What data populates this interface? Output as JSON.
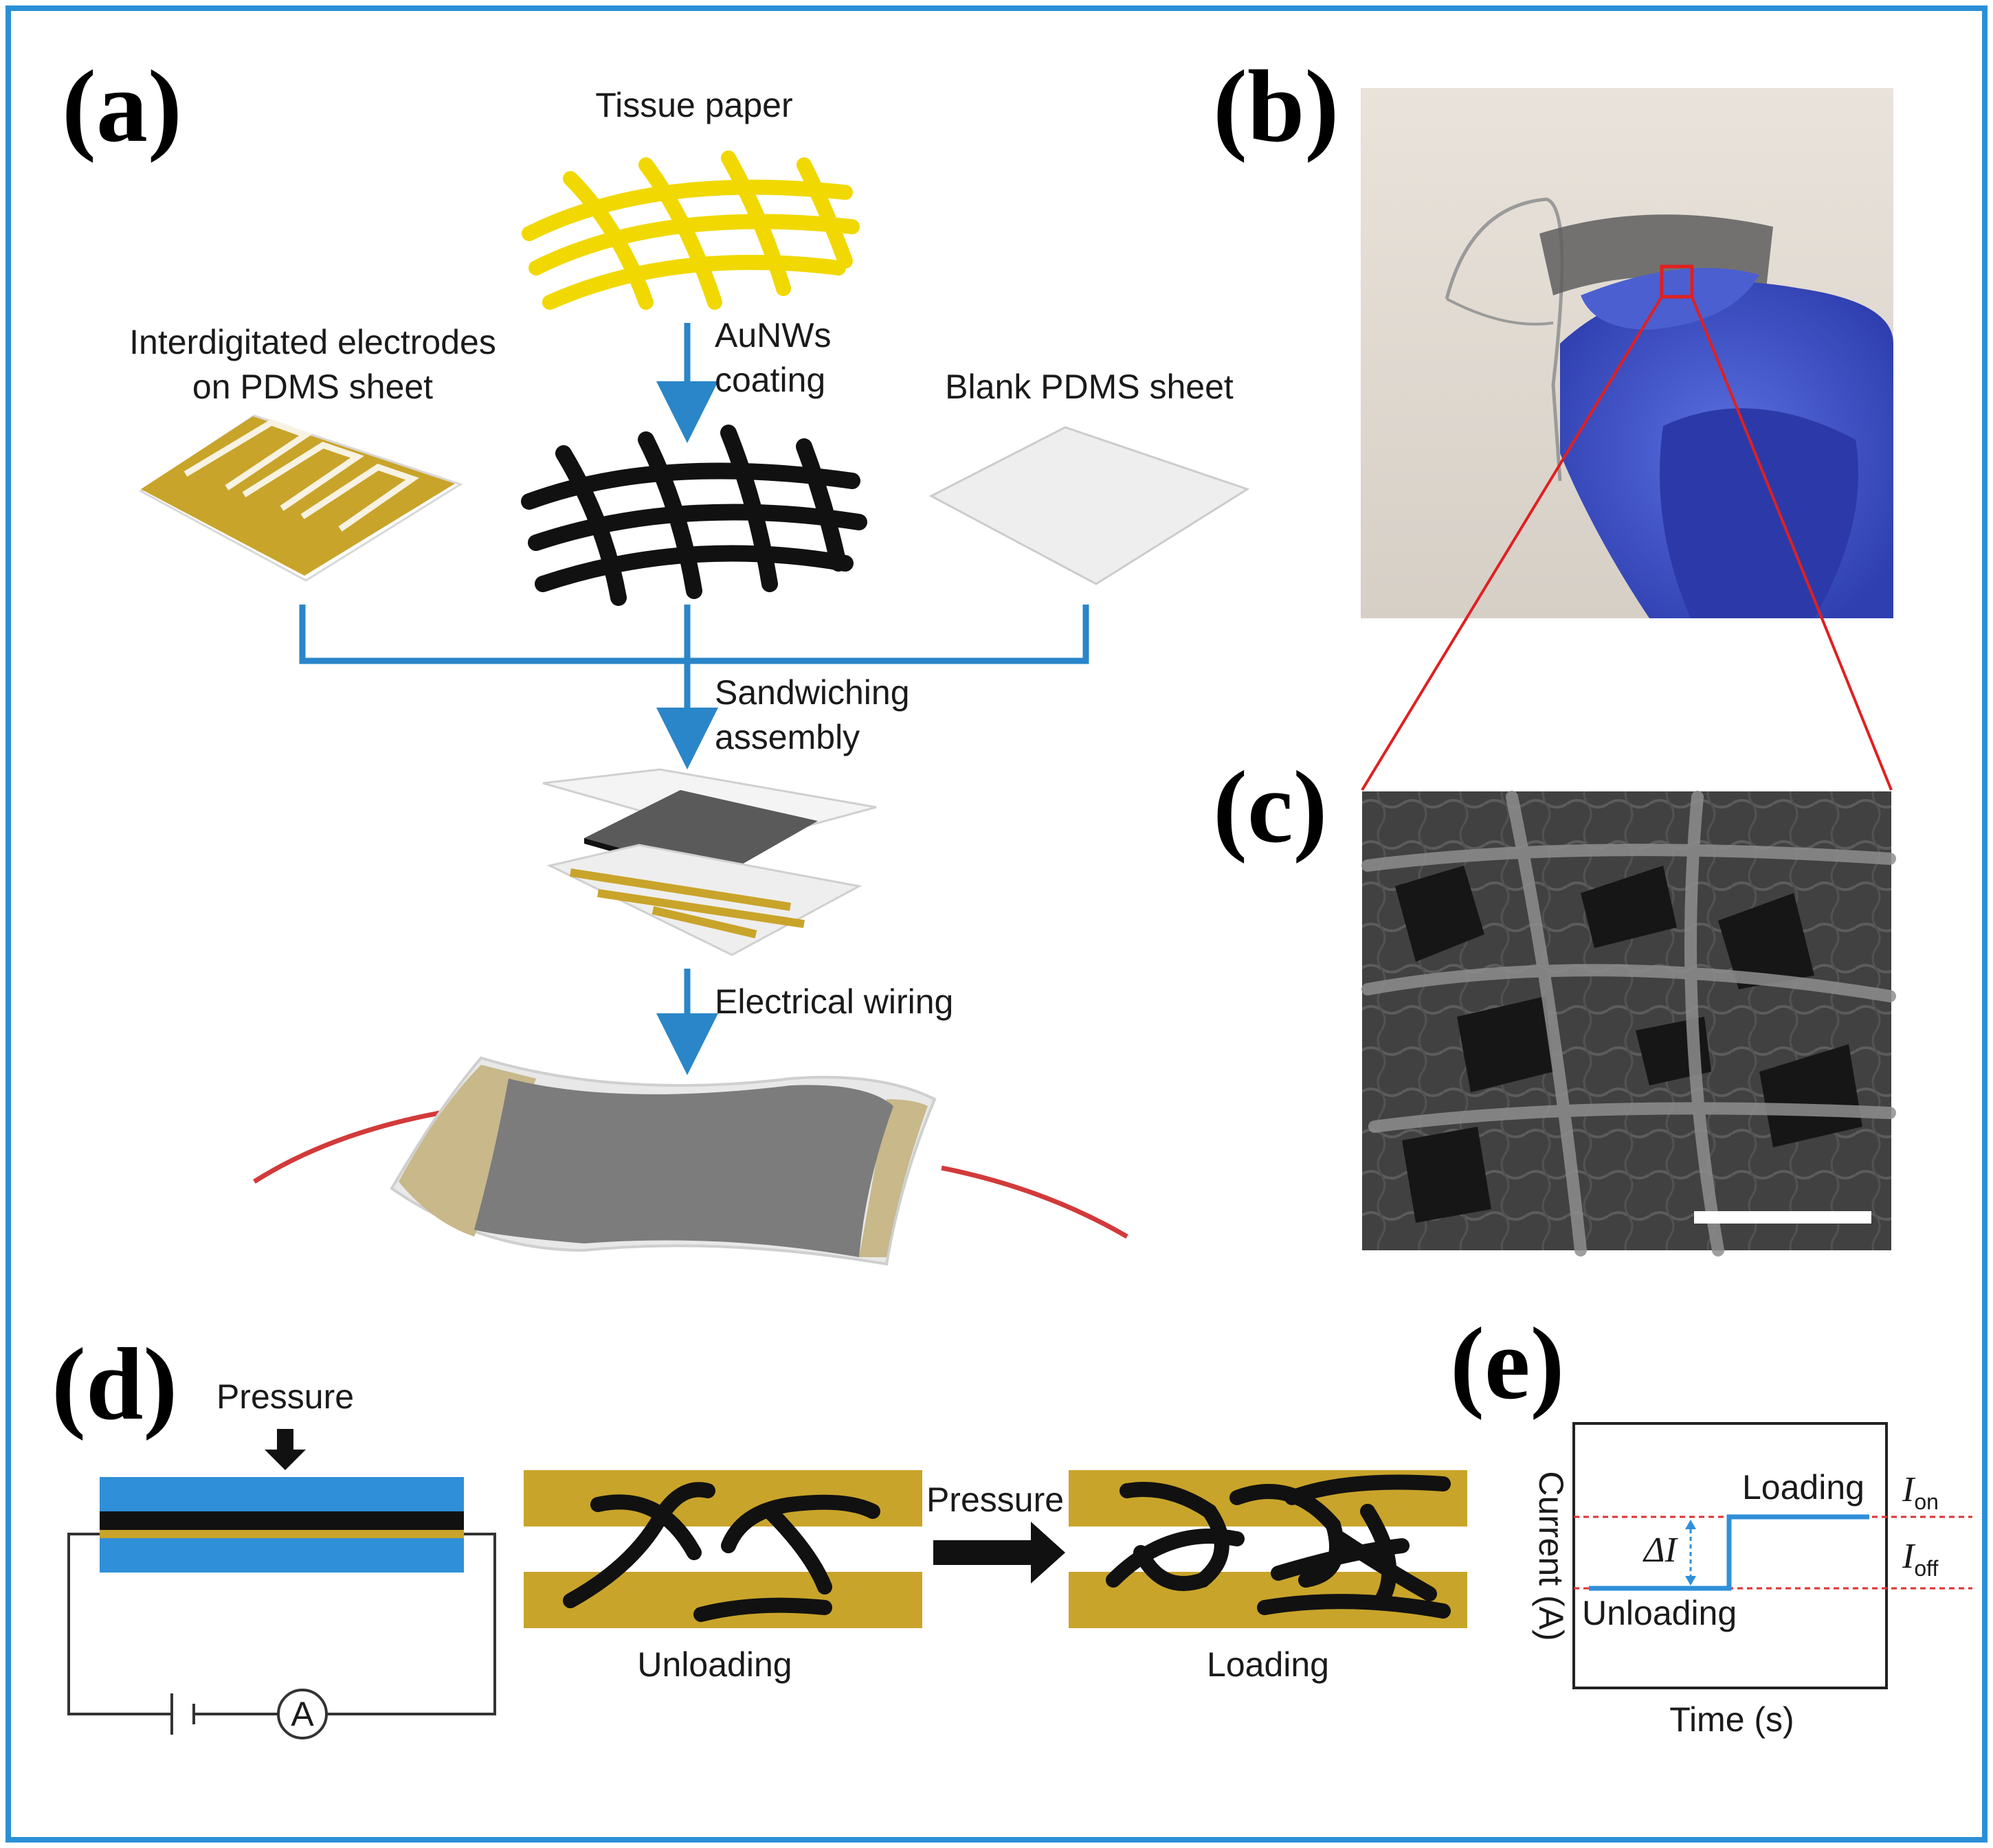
{
  "frame": {
    "border_color": "#2b8fd6"
  },
  "colors": {
    "arrow_blue": "#2a86c9",
    "gold": "#c9a42a",
    "fiber_yellow": "#f1d800",
    "layer_blue": "#2f8fd8",
    "wire_red": "#d23a3a",
    "zoom_red": "#e02020",
    "dashed_red": "#e03030"
  },
  "panels": {
    "a": {
      "label": "(a)",
      "tissue": "Tissue paper",
      "electrodes_line1": "Interdigitated electrodes",
      "electrodes_line2": "on PDMS sheet",
      "coating_line1": "AuNWs",
      "coating_line2": "coating",
      "blank": "Blank PDMS sheet",
      "sandwich_line1": "Sandwiching",
      "sandwich_line2": "assembly",
      "wiring": "Electrical wiring"
    },
    "b": {
      "label": "(b)"
    },
    "c": {
      "label": "(c)"
    },
    "d": {
      "label": "(d)",
      "pressure_top": "Pressure",
      "ammeter": "A",
      "pressure_mid": "Pressure",
      "unloading": "Unloading",
      "loading": "Loading"
    },
    "e": {
      "label": "(e)",
      "ylabel": "Current (A)",
      "xlabel": "Time (s)",
      "loading": "Loading",
      "unloading": "Unloading",
      "delta": "ΔI",
      "i_on_main": "I",
      "i_on_sub": "on",
      "i_off_main": "I",
      "i_off_sub": "off"
    }
  },
  "chart_data": {
    "type": "line",
    "title": "",
    "xlabel": "Time (s)",
    "ylabel": "Current (A)",
    "series": [
      {
        "name": "",
        "x": [
          0,
          0.5,
          0.5,
          1
        ],
        "y": [
          0,
          0,
          1,
          1
        ]
      }
    ],
    "annotations": [
      "Loading",
      "Unloading",
      "ΔI",
      "Ion",
      "Ioff"
    ]
  }
}
